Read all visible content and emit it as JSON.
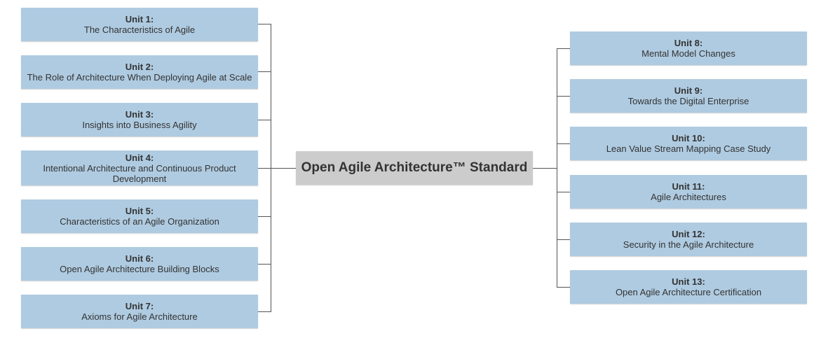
{
  "center": {
    "title": "Open Agile Architecture™ Standard"
  },
  "left_units": [
    {
      "number": "Unit 1:",
      "title": "The Characteristics of Agile"
    },
    {
      "number": "Unit 2:",
      "title": "The Role of Architecture When Deploying Agile at Scale"
    },
    {
      "number": "Unit 3:",
      "title": "Insights into Business Agility"
    },
    {
      "number": "Unit 4:",
      "title": "Intentional Architecture and Continuous Product Development"
    },
    {
      "number": "Unit 5:",
      "title": "Characteristics of an Agile Organization"
    },
    {
      "number": "Unit 6:",
      "title": "Open Agile Architecture Building Blocks"
    },
    {
      "number": "Unit 7:",
      "title": "Axioms for Agile Architecture"
    }
  ],
  "right_units": [
    {
      "number": "Unit 8:",
      "title": "Mental Model Changes"
    },
    {
      "number": "Unit 9:",
      "title": "Towards the Digital Enterprise"
    },
    {
      "number": "Unit 10:",
      "title": "Lean Value Stream Mapping Case Study"
    },
    {
      "number": "Unit 11:",
      "title": "Agile Architectures"
    },
    {
      "number": "Unit 12:",
      "title": "Security in the Agile Architecture"
    },
    {
      "number": "Unit 13:",
      "title": "Open Agile Architecture Certification"
    }
  ],
  "colors": {
    "unit_fill": "#afcbe1",
    "center_fill": "#cccccc",
    "connector": "#555555",
    "text": "#333333"
  }
}
